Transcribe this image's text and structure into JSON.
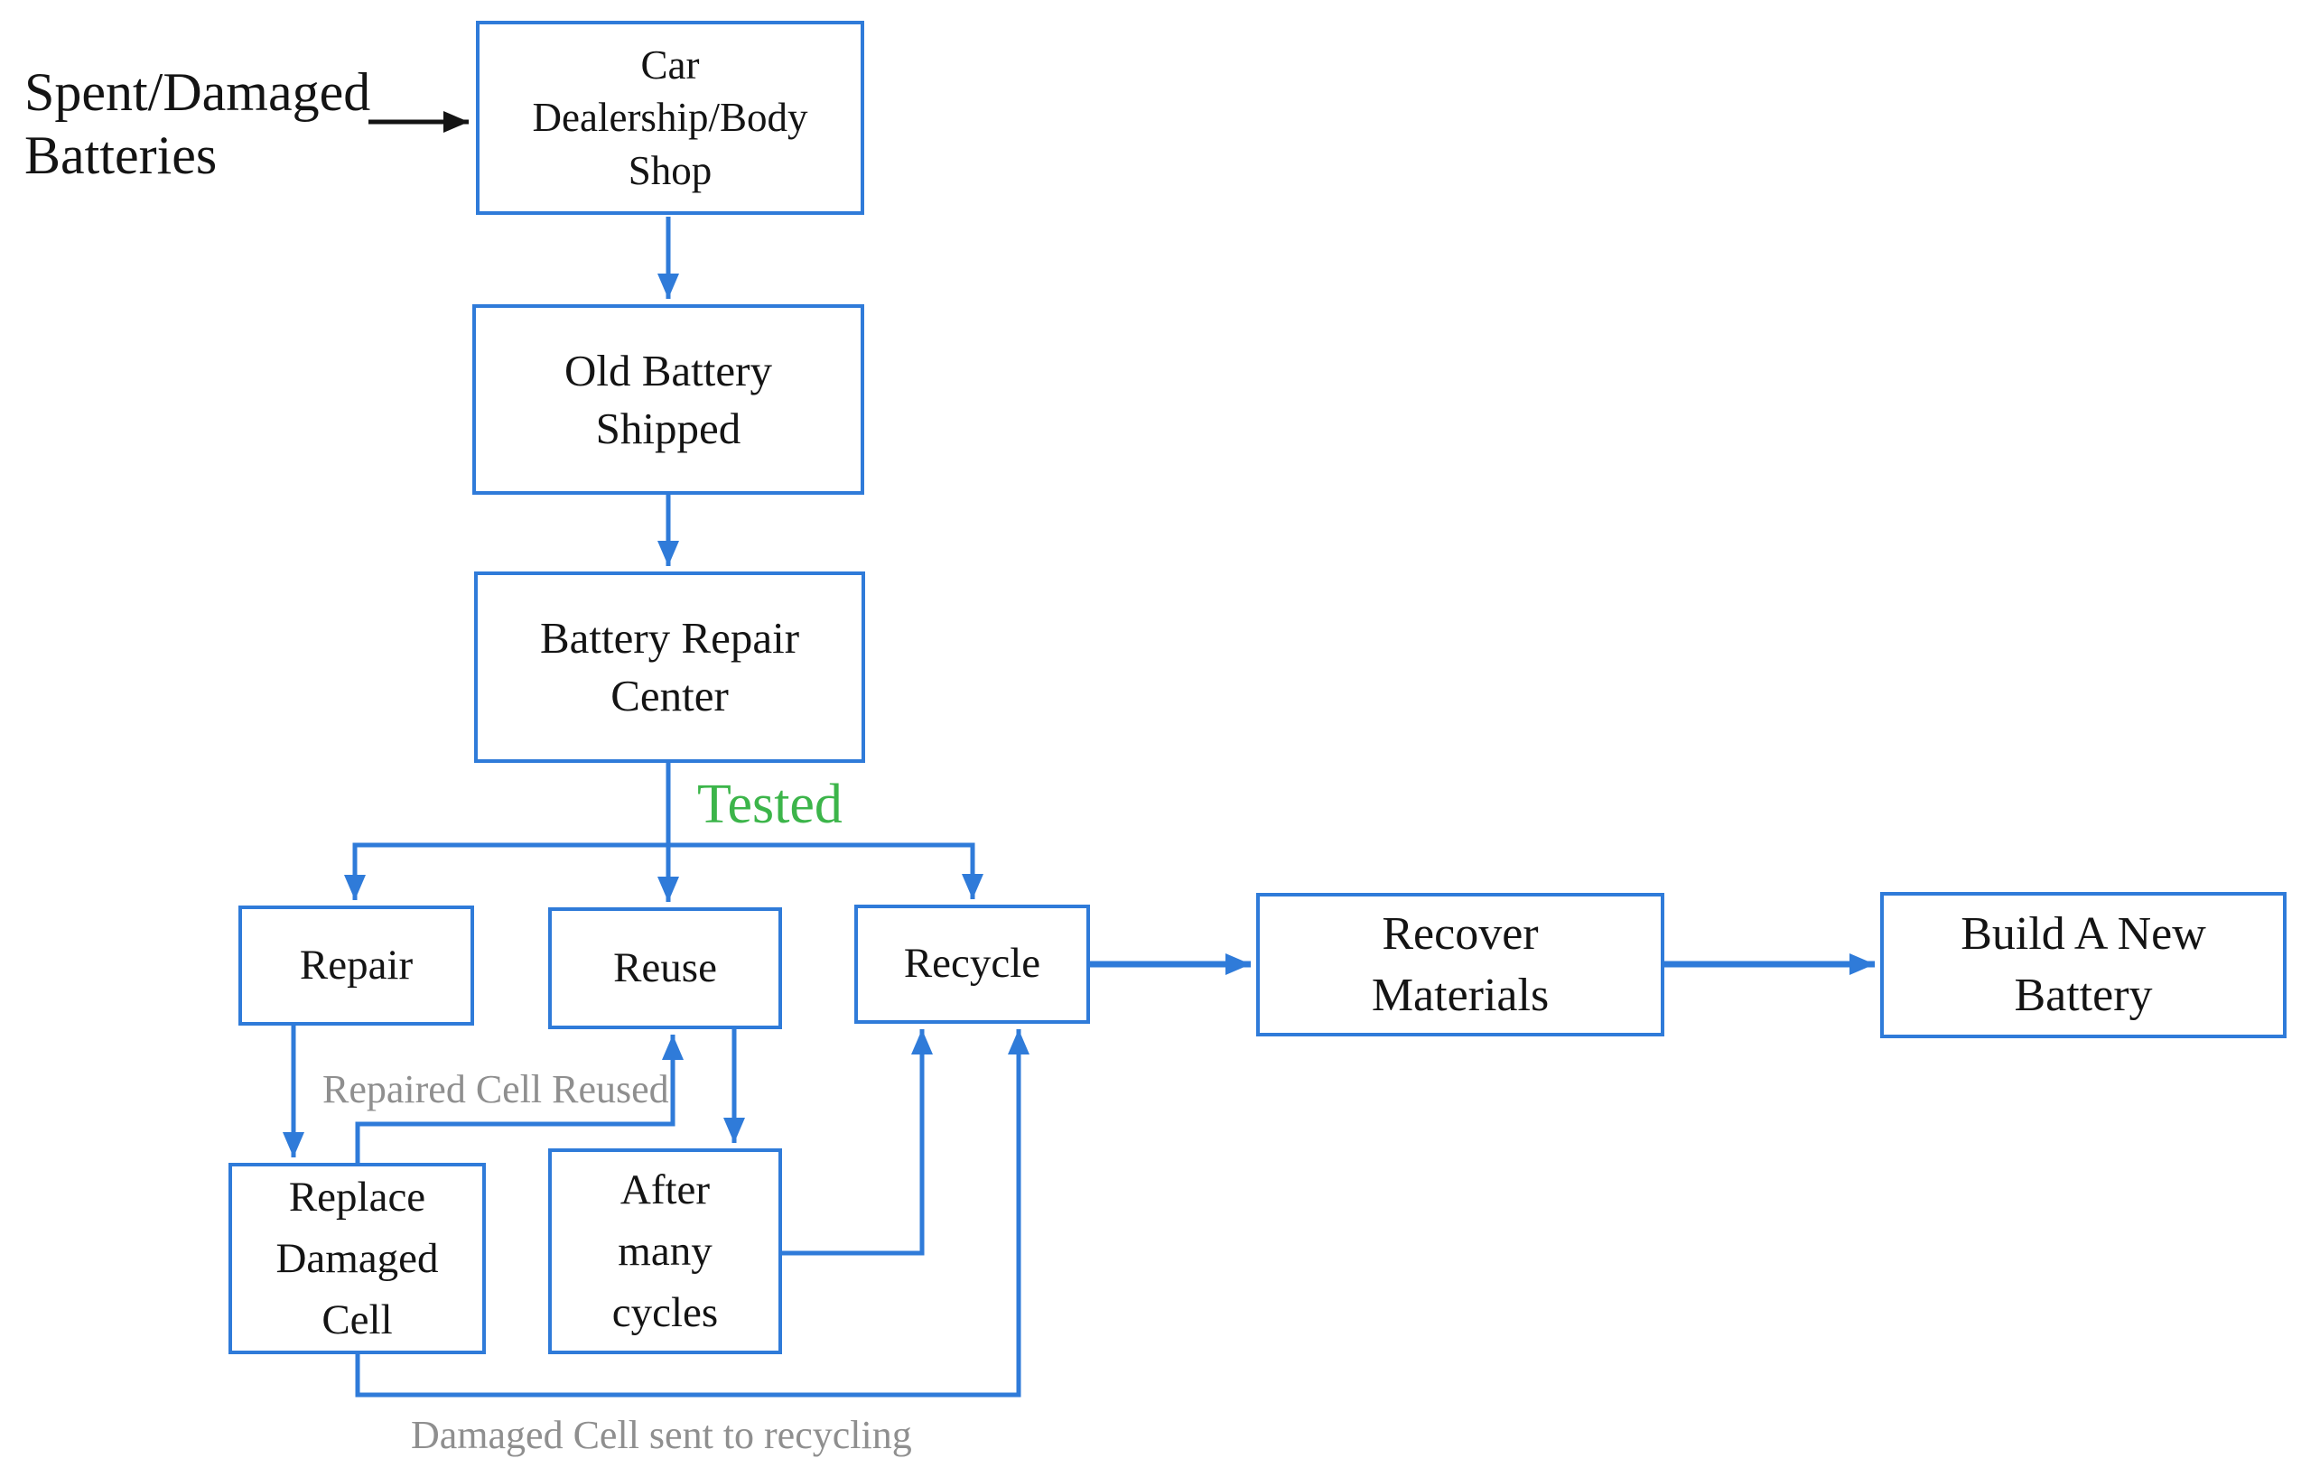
{
  "colors": {
    "line_blue": "#2F7BD9",
    "green": "#3CB54A",
    "gray": "#8F8F8F",
    "ink": "#141414"
  },
  "nodes": {
    "car_dealership": {
      "label": "Car\nDealership/Body\nShop"
    },
    "old_battery": {
      "label": "Old Battery\nShipped"
    },
    "repair_center": {
      "label": "Battery Repair\nCenter"
    },
    "repair": {
      "label": "Repair"
    },
    "reuse": {
      "label": "Reuse"
    },
    "recycle": {
      "label": "Recycle"
    },
    "recover": {
      "label": "Recover\nMaterials"
    },
    "build": {
      "label": "Build A New\nBattery"
    },
    "replace": {
      "label": "Replace\nDamaged\nCell"
    },
    "after": {
      "label": "After\nmany\ncycles"
    }
  },
  "annotations": {
    "spent_batteries": "Spent/Damaged\nBatteries",
    "tested": "Tested",
    "repaired_reused": "Repaired Cell Reused",
    "damaged_recycling": "Damaged Cell sent to recycling"
  },
  "edges": [
    {
      "from": "Spent/Damaged Batteries",
      "to": "Car Dealership/Body Shop",
      "label": ""
    },
    {
      "from": "Car Dealership/Body Shop",
      "to": "Old Battery Shipped",
      "label": ""
    },
    {
      "from": "Old Battery Shipped",
      "to": "Battery Repair Center",
      "label": ""
    },
    {
      "from": "Battery Repair Center",
      "to": "Repair",
      "label": "Tested"
    },
    {
      "from": "Battery Repair Center",
      "to": "Reuse",
      "label": "Tested"
    },
    {
      "from": "Battery Repair Center",
      "to": "Recycle",
      "label": "Tested"
    },
    {
      "from": "Recycle",
      "to": "Recover Materials",
      "label": ""
    },
    {
      "from": "Recover Materials",
      "to": "Build A New Battery",
      "label": ""
    },
    {
      "from": "Repair",
      "to": "Replace Damaged Cell",
      "label": ""
    },
    {
      "from": "Replace Damaged Cell",
      "to": "Reuse",
      "label": "Repaired Cell Reused"
    },
    {
      "from": "Reuse",
      "to": "After many cycles",
      "label": ""
    },
    {
      "from": "After many cycles",
      "to": "Recycle",
      "label": ""
    },
    {
      "from": "Replace Damaged Cell",
      "to": "Recycle",
      "label": "Damaged Cell sent to recycling"
    }
  ]
}
